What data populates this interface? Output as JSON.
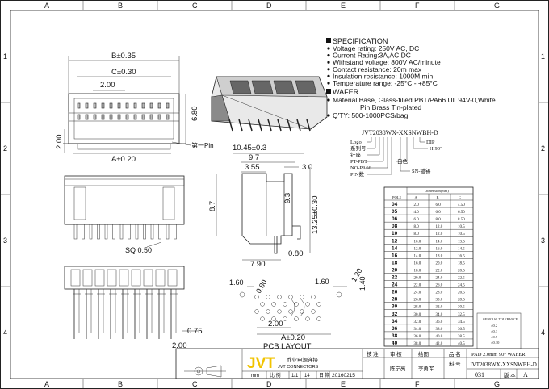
{
  "border": {
    "columns": [
      "A",
      "B",
      "C",
      "D",
      "E",
      "F",
      "G"
    ],
    "rows": [
      "1",
      "2",
      "3",
      "4"
    ]
  },
  "spec": {
    "heading": "SPECIFICATION",
    "lines": [
      "Voltage rating: 250V AC, DC",
      "Current Rating:3A,AC,DC",
      "Withstand voltage: 800V AC/minute",
      "Contact resistance: 20m max",
      "Insulation resistance: 1000M min",
      "Temperature range: -25°C - +85°C"
    ],
    "wafer_heading": "WAFER",
    "material_line1": "Material:Base, Glass-filled PBT/PA66 UL 94V-0,White",
    "material_line2": "Pin,Brass Tin-plated",
    "qty": "Q'TY: 500-1000PCS/bag"
  },
  "part_code": {
    "code": "JVT2038WX-XXSNWBH-D",
    "labels": [
      "Logo",
      "系列号",
      "针座",
      "PT-PBT",
      "NO-PA66",
      "PIN数"
    ],
    "right_labels": [
      "DIP",
      "H:90°",
      "白色",
      "SN-镀锡"
    ]
  },
  "dims": {
    "b": "B±0.35",
    "c": "C±0.30",
    "pitch": "2.00",
    "h680": "6.80",
    "a": "A±0.20",
    "pin1": "第一Pin",
    "w1045": "10.45±0.3",
    "w97": "9.7",
    "w355": "3.55",
    "d30": "3.0",
    "h87": "8.7",
    "h93": "9.3",
    "h1325": "13.25±0.30",
    "w790": "7.90",
    "d080": "0.80",
    "sq": "SQ 0.50",
    "d075": "0.75",
    "d200b": "2.00"
  },
  "pcb": {
    "title": "PCB LAYOUT",
    "d160a": "1.60",
    "d080": "0.80",
    "d120": "1.20",
    "d160b": "1.60",
    "d140": "1.40",
    "d200": "2.00",
    "a": "A±0.20"
  },
  "table": {
    "headers": [
      "POLE",
      "A",
      "B",
      "C"
    ],
    "caption": "Dimension(mm)",
    "rows": [
      [
        "04",
        "2.0",
        "6.0",
        "4.50"
      ],
      [
        "05",
        "4.0",
        "6.0",
        "6.50"
      ],
      [
        "06",
        "6.0",
        "8.0",
        "8.50"
      ],
      [
        "08",
        "8.0",
        "12.0",
        "10.5"
      ],
      [
        "10",
        "8.0",
        "12.0",
        "10.5"
      ],
      [
        "12",
        "10.0",
        "14.0",
        "13.5"
      ],
      [
        "14",
        "12.0",
        "16.0",
        "14.5"
      ],
      [
        "16",
        "14.0",
        "18.0",
        "16.5"
      ],
      [
        "18",
        "16.0",
        "20.0",
        "18.5"
      ],
      [
        "20",
        "18.0",
        "22.0",
        "20.5"
      ],
      [
        "22",
        "20.0",
        "24.0",
        "22.5"
      ],
      [
        "24",
        "22.0",
        "26.0",
        "24.5"
      ],
      [
        "26",
        "24.0",
        "28.0",
        "26.5"
      ],
      [
        "28",
        "26.0",
        "30.0",
        "28.5"
      ],
      [
        "30",
        "28.0",
        "32.0",
        "30.5"
      ],
      [
        "32",
        "30.0",
        "34.0",
        "32.5"
      ],
      [
        "34",
        "32.0",
        "36.0",
        "34.5"
      ],
      [
        "36",
        "34.0",
        "38.0",
        "36.5"
      ],
      [
        "38",
        "36.0",
        "40.0",
        "38.5"
      ],
      [
        "40",
        "38.0",
        "42.0",
        "40.5"
      ]
    ]
  },
  "tolerance": {
    "title": "GENERAL TOLERANCE",
    "items": [
      "0.2",
      "0.3",
      "0.5",
      "0.10"
    ]
  },
  "title_block": {
    "logo": "JVT",
    "company_cn": "乔业电源连接",
    "company_en": "JVT CONNECTORS",
    "approve": "核 准",
    "review": "审 核",
    "drawn": "绘图",
    "name_label": "品 名",
    "name": "PAD 2.0mm 90° WAFER",
    "part_label": "料 号",
    "part": "JVT2038WX-XXSNWBH-D",
    "drawer": "陈宁亮",
    "checker": "李勇军",
    "unit": "mm",
    "scale_label": "比 例",
    "scale": "1/1",
    "sheet": "14",
    "date_label": "日 期",
    "date": "20160215",
    "version_label": "版 本",
    "version": "A",
    "doc_no": "031"
  }
}
